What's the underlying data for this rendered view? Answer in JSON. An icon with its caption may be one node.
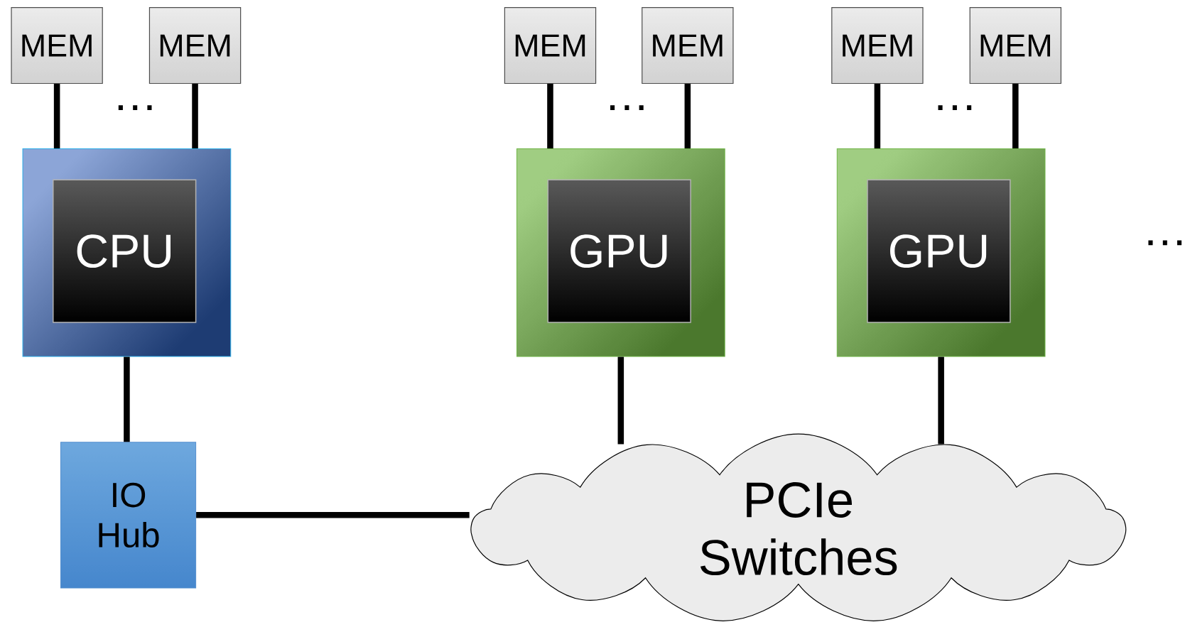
{
  "diagram": {
    "nodes": [
      {
        "text": [
          "MEM"
        ]
      },
      {
        "text": [
          "MEM"
        ]
      },
      {
        "text": [
          "MEM"
        ]
      },
      {
        "text": [
          "MEM"
        ]
      },
      {
        "text": [
          "MEM"
        ]
      },
      {
        "text": [
          "MEM"
        ]
      },
      {
        "text": [],
        "shape": "box"
      },
      {
        "text": [
          "CPU"
        ],
        "in": 6
      },
      {
        "text": [],
        "shape": "box"
      },
      {
        "text": [
          "GPU"
        ],
        "in": 8
      },
      {
        "text": [],
        "shape": "box"
      },
      {
        "text": [
          "GPU"
        ],
        "in": 10
      },
      {
        "text": [
          "IO Hub"
        ]
      },
      {
        "text": [
          "PCIe Switches"
        ]
      }
    ],
    "edges": [
      {
        "from": 0,
        "to": 6,
        "arrow": "none"
      },
      {
        "from": 1,
        "to": 6,
        "arrow": "none"
      },
      {
        "from": 2,
        "to": 8,
        "arrow": "none"
      },
      {
        "from": 3,
        "to": 8,
        "arrow": "none"
      },
      {
        "from": 4,
        "to": 10,
        "arrow": "none"
      },
      {
        "from": 5,
        "to": 10,
        "arrow": "none"
      },
      {
        "from": 6,
        "to": 12,
        "arrow": "none"
      },
      {
        "from": 8,
        "to": 13,
        "arrow": "none"
      },
      {
        "from": 10,
        "to": 13,
        "arrow": "none"
      },
      {
        "from": 12,
        "to": 13,
        "arrow": "none"
      }
    ],
    "labels": [
      "…",
      "…",
      "…",
      "…"
    ]
  }
}
